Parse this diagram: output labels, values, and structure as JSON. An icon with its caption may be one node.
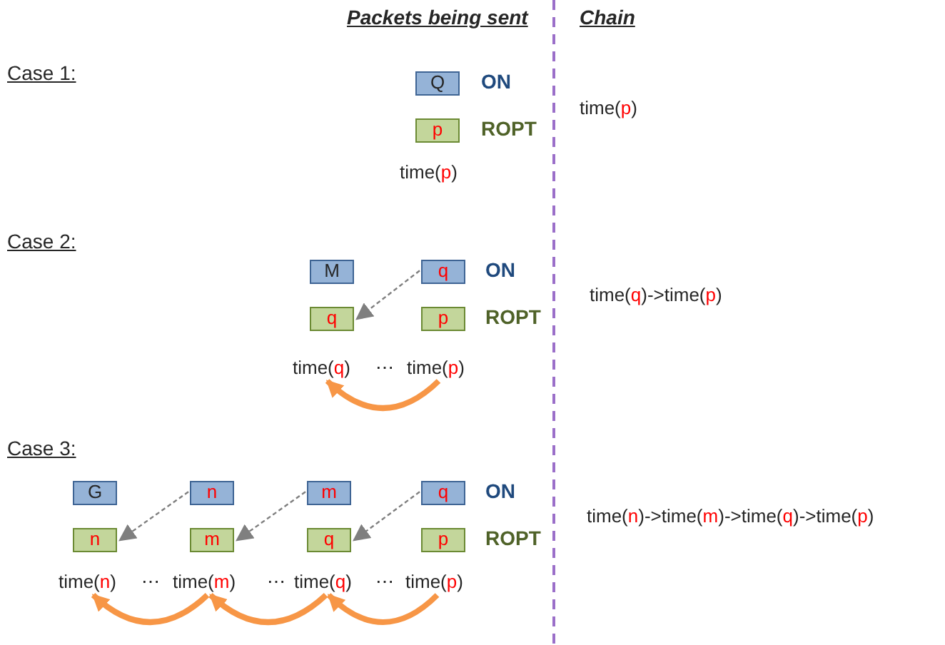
{
  "diagram": {
    "nodes": [
      {
        "text": [
          "Q"
        ]
      },
      {
        "text": [
          "p"
        ]
      },
      {
        "text": [
          "time(p)"
        ]
      },
      {
        "text": [
          "M"
        ]
      },
      {
        "text": [
          "q"
        ]
      },
      {
        "text": [
          "q"
        ]
      },
      {
        "text": [
          "p"
        ]
      },
      {
        "text": [
          "time(q)"
        ]
      },
      {
        "text": [
          "time(p)"
        ]
      },
      {
        "text": [
          "G"
        ]
      },
      {
        "text": [
          "n"
        ]
      },
      {
        "text": [
          "m"
        ]
      },
      {
        "text": [
          "q"
        ]
      },
      {
        "text": [
          "n"
        ]
      },
      {
        "text": [
          "m"
        ]
      },
      {
        "text": [
          "q"
        ]
      },
      {
        "text": [
          "p"
        ]
      },
      {
        "text": [
          "time(n)"
        ]
      },
      {
        "text": [
          "time(m)"
        ]
      },
      {
        "text": [
          "time(q)"
        ]
      },
      {
        "text": [
          "time(p)"
        ]
      }
    ],
    "edges": [
      {
        "from": 4,
        "to": 5,
        "arrow": "to",
        "style": "dashed",
        "color": "#7f7f7f"
      },
      {
        "from": 8,
        "to": 7,
        "arrow": "to",
        "style": "thick",
        "color": "#f79646"
      },
      {
        "from": 10,
        "to": 13,
        "arrow": "to",
        "style": "dashed",
        "color": "#7f7f7f"
      },
      {
        "from": 11,
        "to": 14,
        "arrow": "to",
        "style": "dashed",
        "color": "#7f7f7f"
      },
      {
        "from": 12,
        "to": 15,
        "arrow": "to",
        "style": "dashed",
        "color": "#7f7f7f"
      },
      {
        "from": 18,
        "to": 17,
        "arrow": "to",
        "style": "thick",
        "color": "#f79646"
      },
      {
        "from": 19,
        "to": 18,
        "arrow": "to",
        "style": "thick",
        "color": "#f79646"
      },
      {
        "from": 20,
        "to": 19,
        "arrow": "to",
        "style": "thick",
        "color": "#f79646"
      }
    ],
    "labels": [
      "Packets being sent",
      "Chain",
      "Case 1:",
      "ON",
      "ROPT",
      "time(p)",
      "Case 2:",
      "ON",
      "ROPT",
      "time(q)->time(p)",
      "⋯",
      "Case 3:",
      "ON",
      "time(n)->time(m)->time(q)->time(p)",
      "ROPT",
      "⋯",
      "⋯",
      "⋯"
    ]
  }
}
